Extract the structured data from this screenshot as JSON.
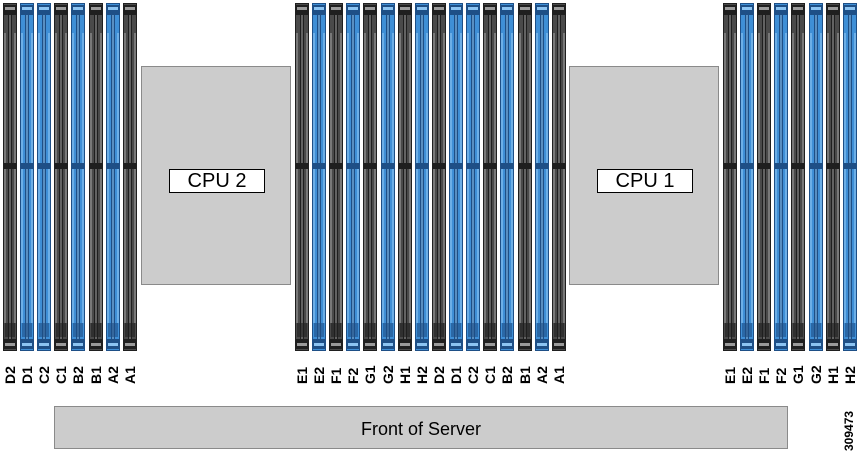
{
  "colors": {
    "blue_dimm": "#3f8fd6",
    "black_dimm": "#4a4a4a",
    "cpu_fill": "#cccccc",
    "front_fill": "#cccccc"
  },
  "cpu2": {
    "label": "CPU 2",
    "slots_left": [
      "D2",
      "D1",
      "C2",
      "C1",
      "B2",
      "B1",
      "A2",
      "A1"
    ],
    "slots_right": [
      "E1",
      "E2",
      "F1",
      "F2",
      "G1",
      "G2",
      "H1",
      "H2"
    ]
  },
  "cpu1": {
    "label": "CPU 1",
    "slots_left": [
      "D2",
      "D1",
      "C2",
      "C1",
      "B2",
      "B1",
      "A2",
      "A1"
    ],
    "slots_right": [
      "E1",
      "E2",
      "F1",
      "F2",
      "G1",
      "G2",
      "H1",
      "H2"
    ]
  },
  "slot_color_pattern": {
    "D2": "black",
    "D1": "blue",
    "C2": "blue",
    "C1": "black",
    "B2": "blue",
    "B1": "black",
    "A2": "blue",
    "A1": "black",
    "E1": "black",
    "E2": "blue",
    "F1": "black",
    "F2": "blue",
    "G1": "black",
    "G2": "blue",
    "H1": "black",
    "H2": "blue"
  },
  "front_label": "Front of Server",
  "figure_number": "309473"
}
